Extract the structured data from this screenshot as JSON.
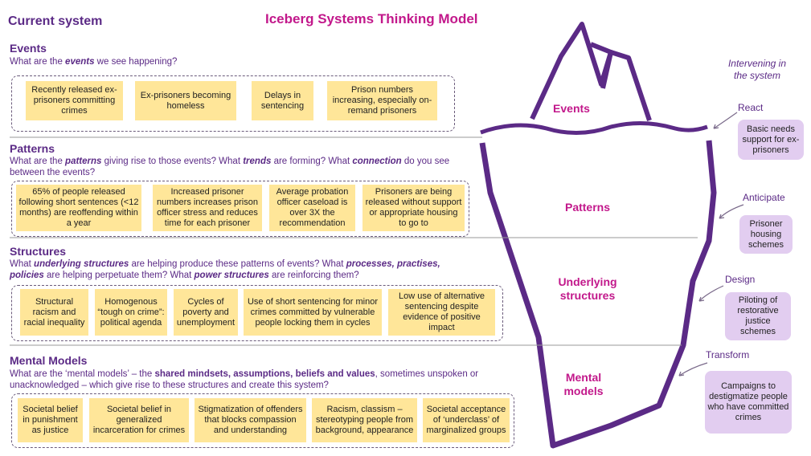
{
  "current_system": "Current system",
  "title": "Iceberg Systems Thinking Model",
  "sections": {
    "events": {
      "heading": "Events",
      "q": [
        "What are the ",
        "events",
        " we see happening?"
      ],
      "cards": [
        "Recently released ex-prisoners committing crimes",
        "Ex-prisoners becoming homeless",
        "Delays in sentencing",
        "Prison numbers increasing, especially on-remand prisoners"
      ]
    },
    "patterns": {
      "heading": "Patterns",
      "q": [
        "What are the ",
        "patterns",
        " giving rise to those events? What ",
        "trends",
        " are forming? What ",
        "connection",
        " do you see between the events?"
      ],
      "cards": [
        "65% of people released following short sentences (<12 months) are reoffending within a year",
        "Increased prisoner numbers increases prison officer stress and reduces time for each prisoner",
        "Average probation officer caseload is over 3X the recommendation",
        "Prisoners are being released without support or appropriate housing to go to"
      ]
    },
    "structures": {
      "heading": "Structures",
      "q": [
        "What ",
        "underlying structures",
        " are helping produce these patterns of events? What ",
        "processes, practises, policies",
        " are helping perpetuate them? What ",
        "power structures",
        " are reinforcing them?"
      ],
      "cards": [
        "Structural racism and racial inequality",
        "Homogenous “tough on crime”: political agenda",
        "Cycles of poverty and unemployment",
        "Use of short sentencing for minor crimes committed by vulnerable people locking them in cycles",
        "Low use of alternative sentencing despite evidence of positive impact"
      ]
    },
    "mental": {
      "heading": "Mental Models",
      "q": [
        "What are the ‘mental models’ – the ",
        "shared mindsets, assumptions, beliefs and values",
        ", sometimes unspoken or unacknowledged – which give rise to these structures and create this system?"
      ],
      "cards": [
        "Societal belief in punishment as justice",
        "Societal belief in generalized incarceration for crimes",
        "Stigmatization of offenders that blocks compassion and understanding",
        "Racism, classism – stereotyping people from background, appearance",
        "Societal acceptance of ‘underclass’ of marginalized groups"
      ]
    }
  },
  "iceberg": {
    "events": "Events",
    "patterns": "Patterns",
    "structures_1": "Underlying",
    "structures_2": "structures",
    "mental_1": "Mental",
    "mental_2": "models"
  },
  "intervening": {
    "title_1": "Intervening in",
    "title_2": "the system",
    "items": [
      {
        "label": "React",
        "card": "Basic needs support for ex-prisoners"
      },
      {
        "label": "Anticipate",
        "card": "Prisoner housing schemes"
      },
      {
        "label": "Design",
        "card": "Piloting of restorative justice schemes"
      },
      {
        "label": "Transform",
        "card": "Campaigns to destigmatize people who have committed crimes"
      }
    ]
  },
  "colors": {
    "purple": "#5b2a86",
    "magenta": "#c2188b",
    "card_yellow": "#ffe699",
    "card_lilac": "#e2cdf0"
  }
}
